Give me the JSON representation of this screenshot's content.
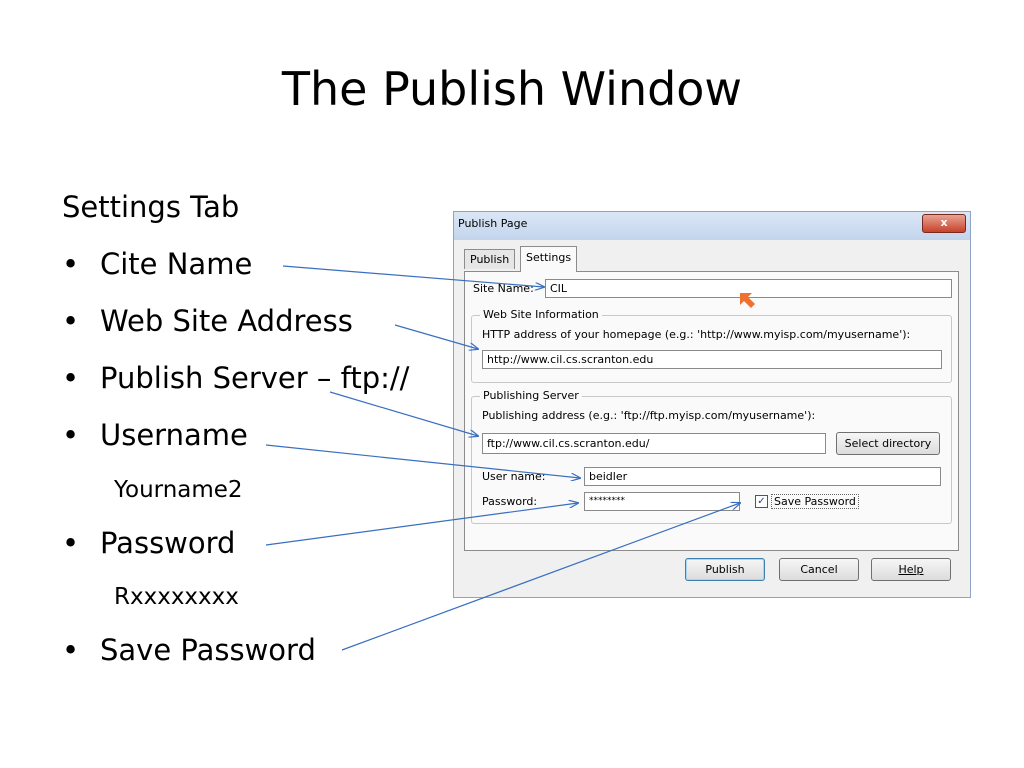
{
  "slide": {
    "title": "The Publish Window",
    "bullet_symbol": "•",
    "lines": [
      {
        "text": "Settings Tab"
      },
      {
        "text": "Cite Name",
        "bullet": true
      },
      {
        "text": "Web Site Address",
        "bullet": true
      },
      {
        "text": "Publish Server – ftp://",
        "bullet": true
      },
      {
        "text": "Username",
        "bullet": true
      },
      {
        "text": "Yourname2",
        "sub": true
      },
      {
        "text": "Password",
        "bullet": true
      },
      {
        "text": "Rxxxxxxxx",
        "sub": true
      },
      {
        "text": "Save Password",
        "bullet": true
      }
    ]
  },
  "dialog": {
    "title": "Publish Page",
    "close_glyph": "x",
    "tabs": {
      "publish": "Publish",
      "settings": "Settings"
    },
    "site_name": {
      "label": "Site Name:",
      "value": "CIL"
    },
    "web_site_info": {
      "legend": "Web Site Information",
      "hint": "HTTP address of your homepage (e.g.: 'http://www.myisp.com/myusername'):",
      "value": "http://www.cil.cs.scranton.edu"
    },
    "publishing_server": {
      "legend": "Publishing Server",
      "hint": "Publishing address (e.g.: 'ftp://ftp.myisp.com/myusername'):",
      "value": "ftp://www.cil.cs.scranton.edu/",
      "select_directory": "Select directory",
      "username_label": "User name:",
      "username_value": "beidler",
      "password_label": "Password:",
      "password_value": "********",
      "save_password_label": "Save Password",
      "save_password_checked": true
    },
    "buttons": {
      "publish": "Publish",
      "cancel": "Cancel",
      "help": "Help"
    }
  },
  "colors": {
    "arrow": "#3a6fc0",
    "cursor": "#f07030"
  }
}
